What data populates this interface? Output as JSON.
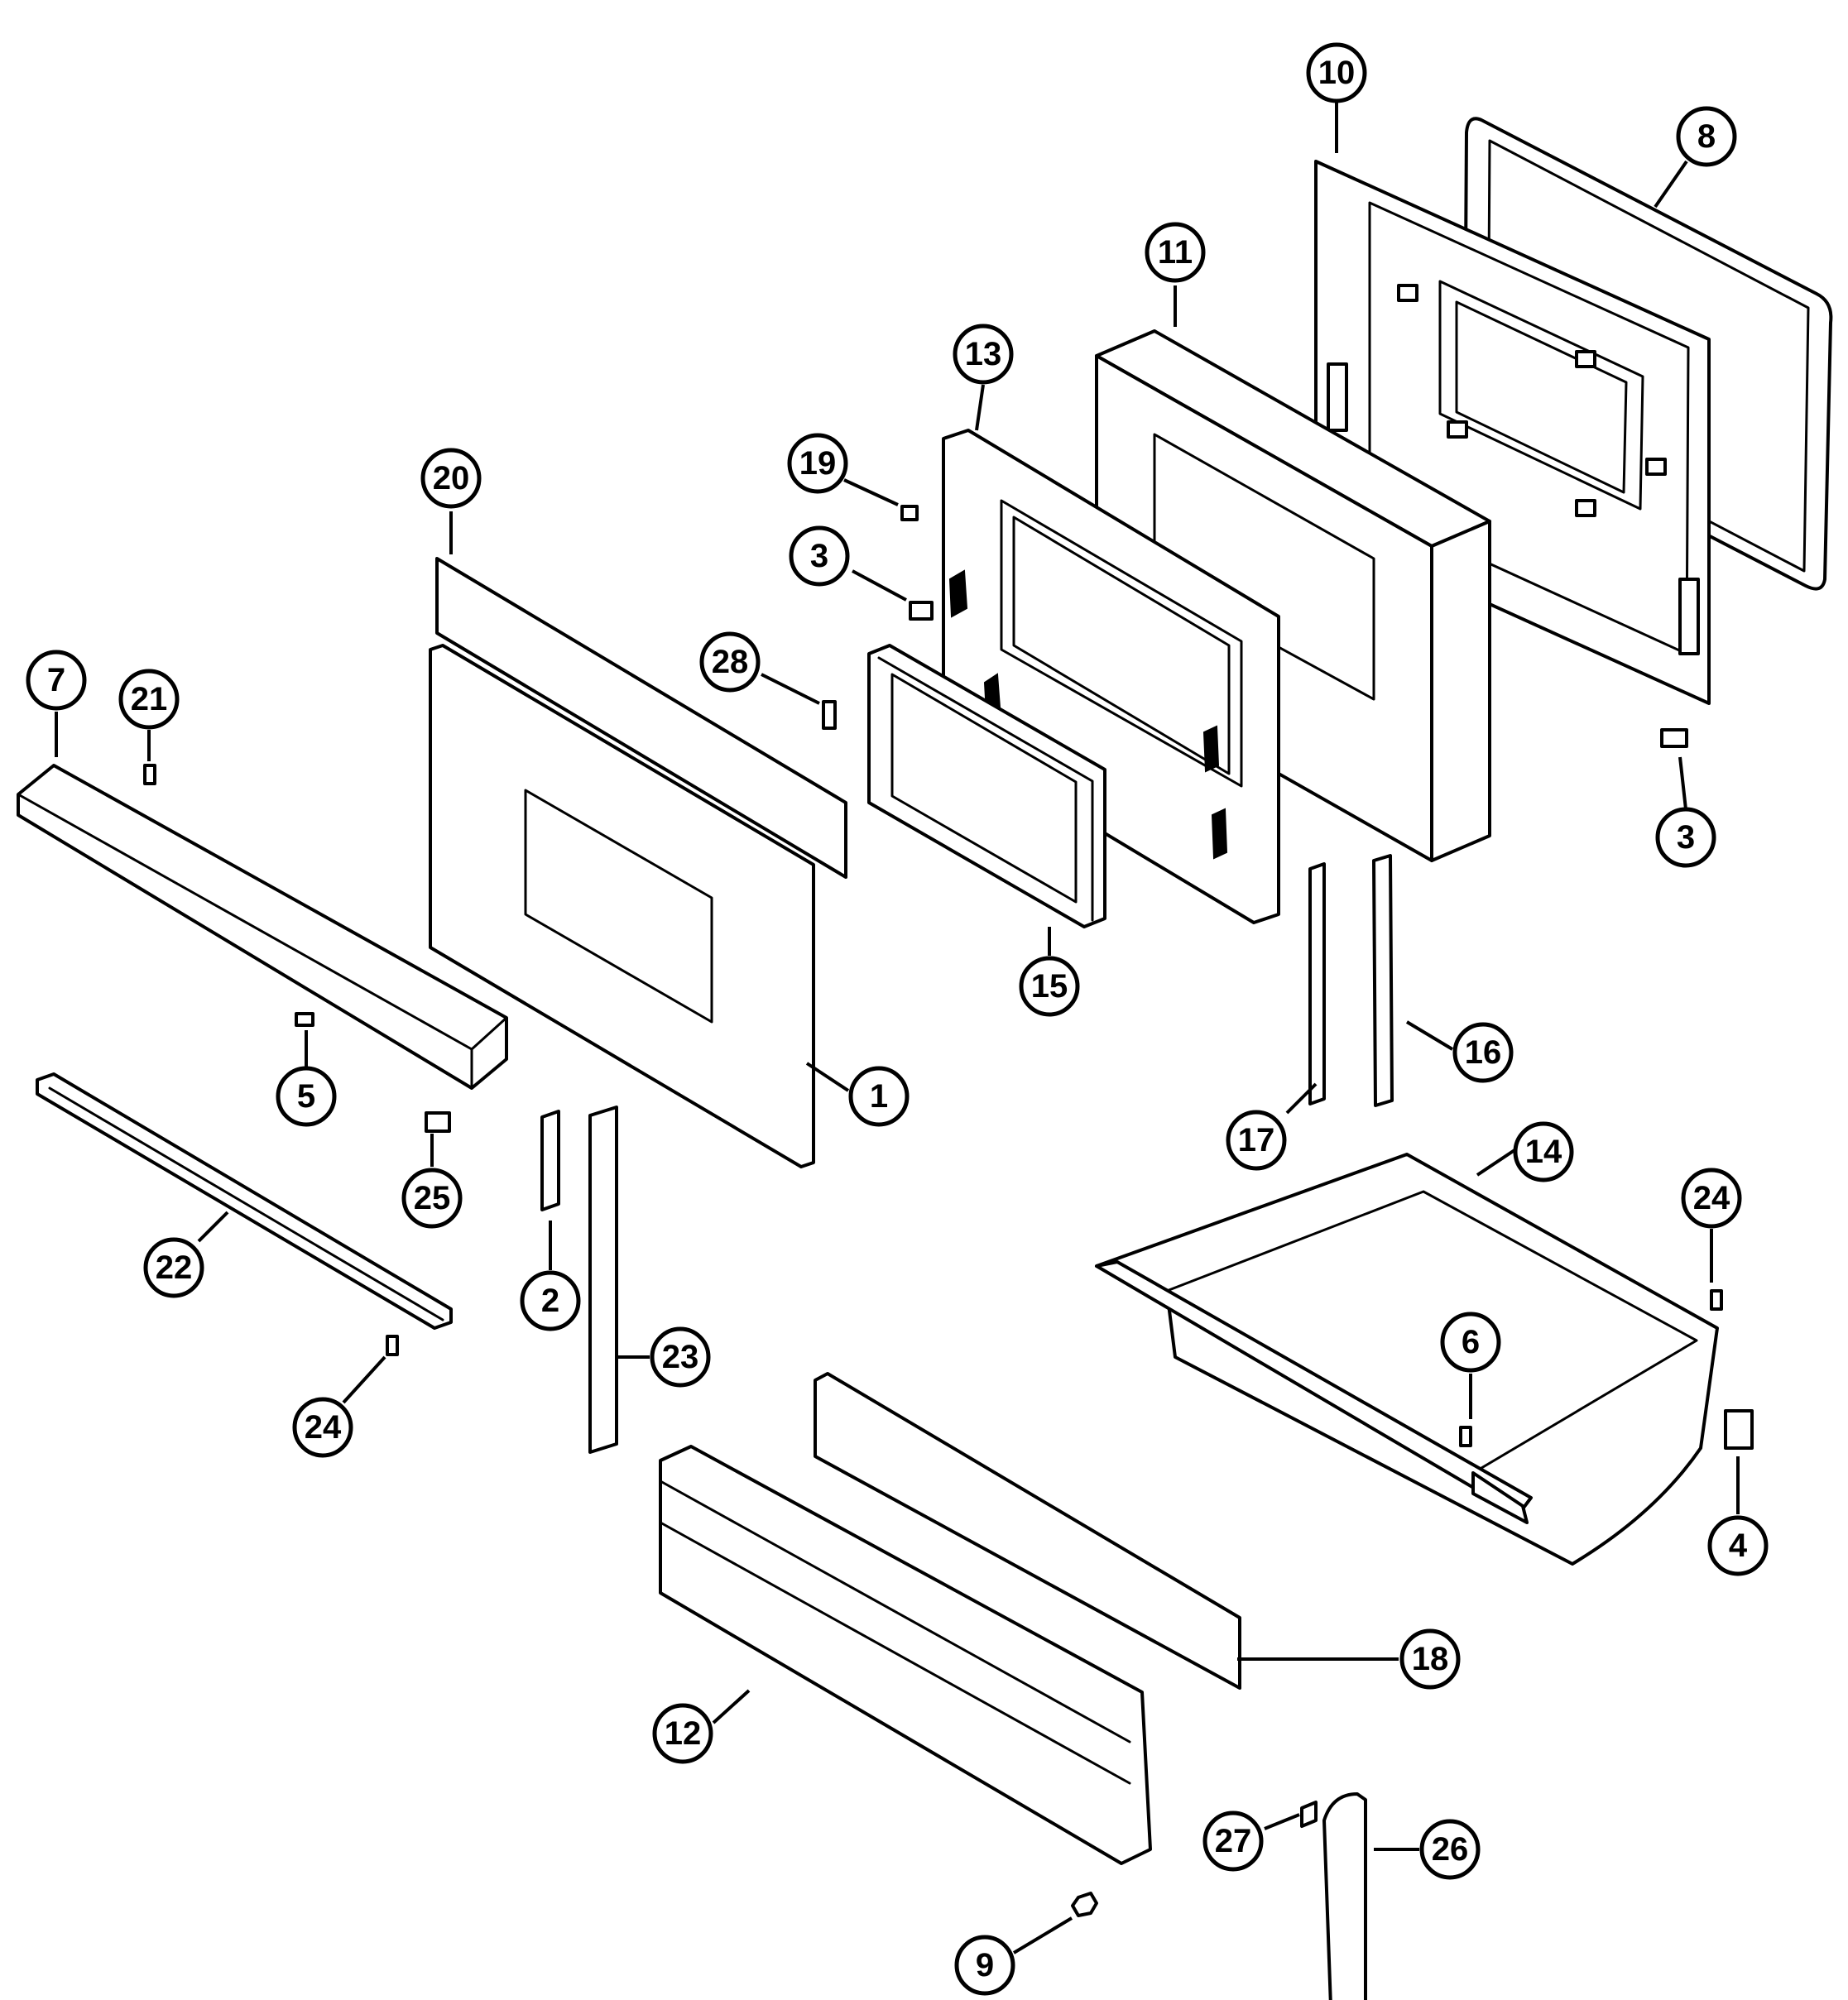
{
  "diagram": {
    "callouts": [
      {
        "label": "10"
      },
      {
        "label": "8"
      },
      {
        "label": "11"
      },
      {
        "label": "13"
      },
      {
        "label": "19"
      },
      {
        "label": "20"
      },
      {
        "label": "3"
      },
      {
        "label": "28"
      },
      {
        "label": "7"
      },
      {
        "label": "21"
      },
      {
        "label": "3"
      },
      {
        "label": "15"
      },
      {
        "label": "1"
      },
      {
        "label": "5"
      },
      {
        "label": "16"
      },
      {
        "label": "17"
      },
      {
        "label": "25"
      },
      {
        "label": "14"
      },
      {
        "label": "22"
      },
      {
        "label": "24"
      },
      {
        "label": "2"
      },
      {
        "label": "6"
      },
      {
        "label": "23"
      },
      {
        "label": "24"
      },
      {
        "label": "4"
      },
      {
        "label": "18"
      },
      {
        "label": "12"
      },
      {
        "label": "27"
      },
      {
        "label": "26"
      },
      {
        "label": "9"
      }
    ]
  }
}
